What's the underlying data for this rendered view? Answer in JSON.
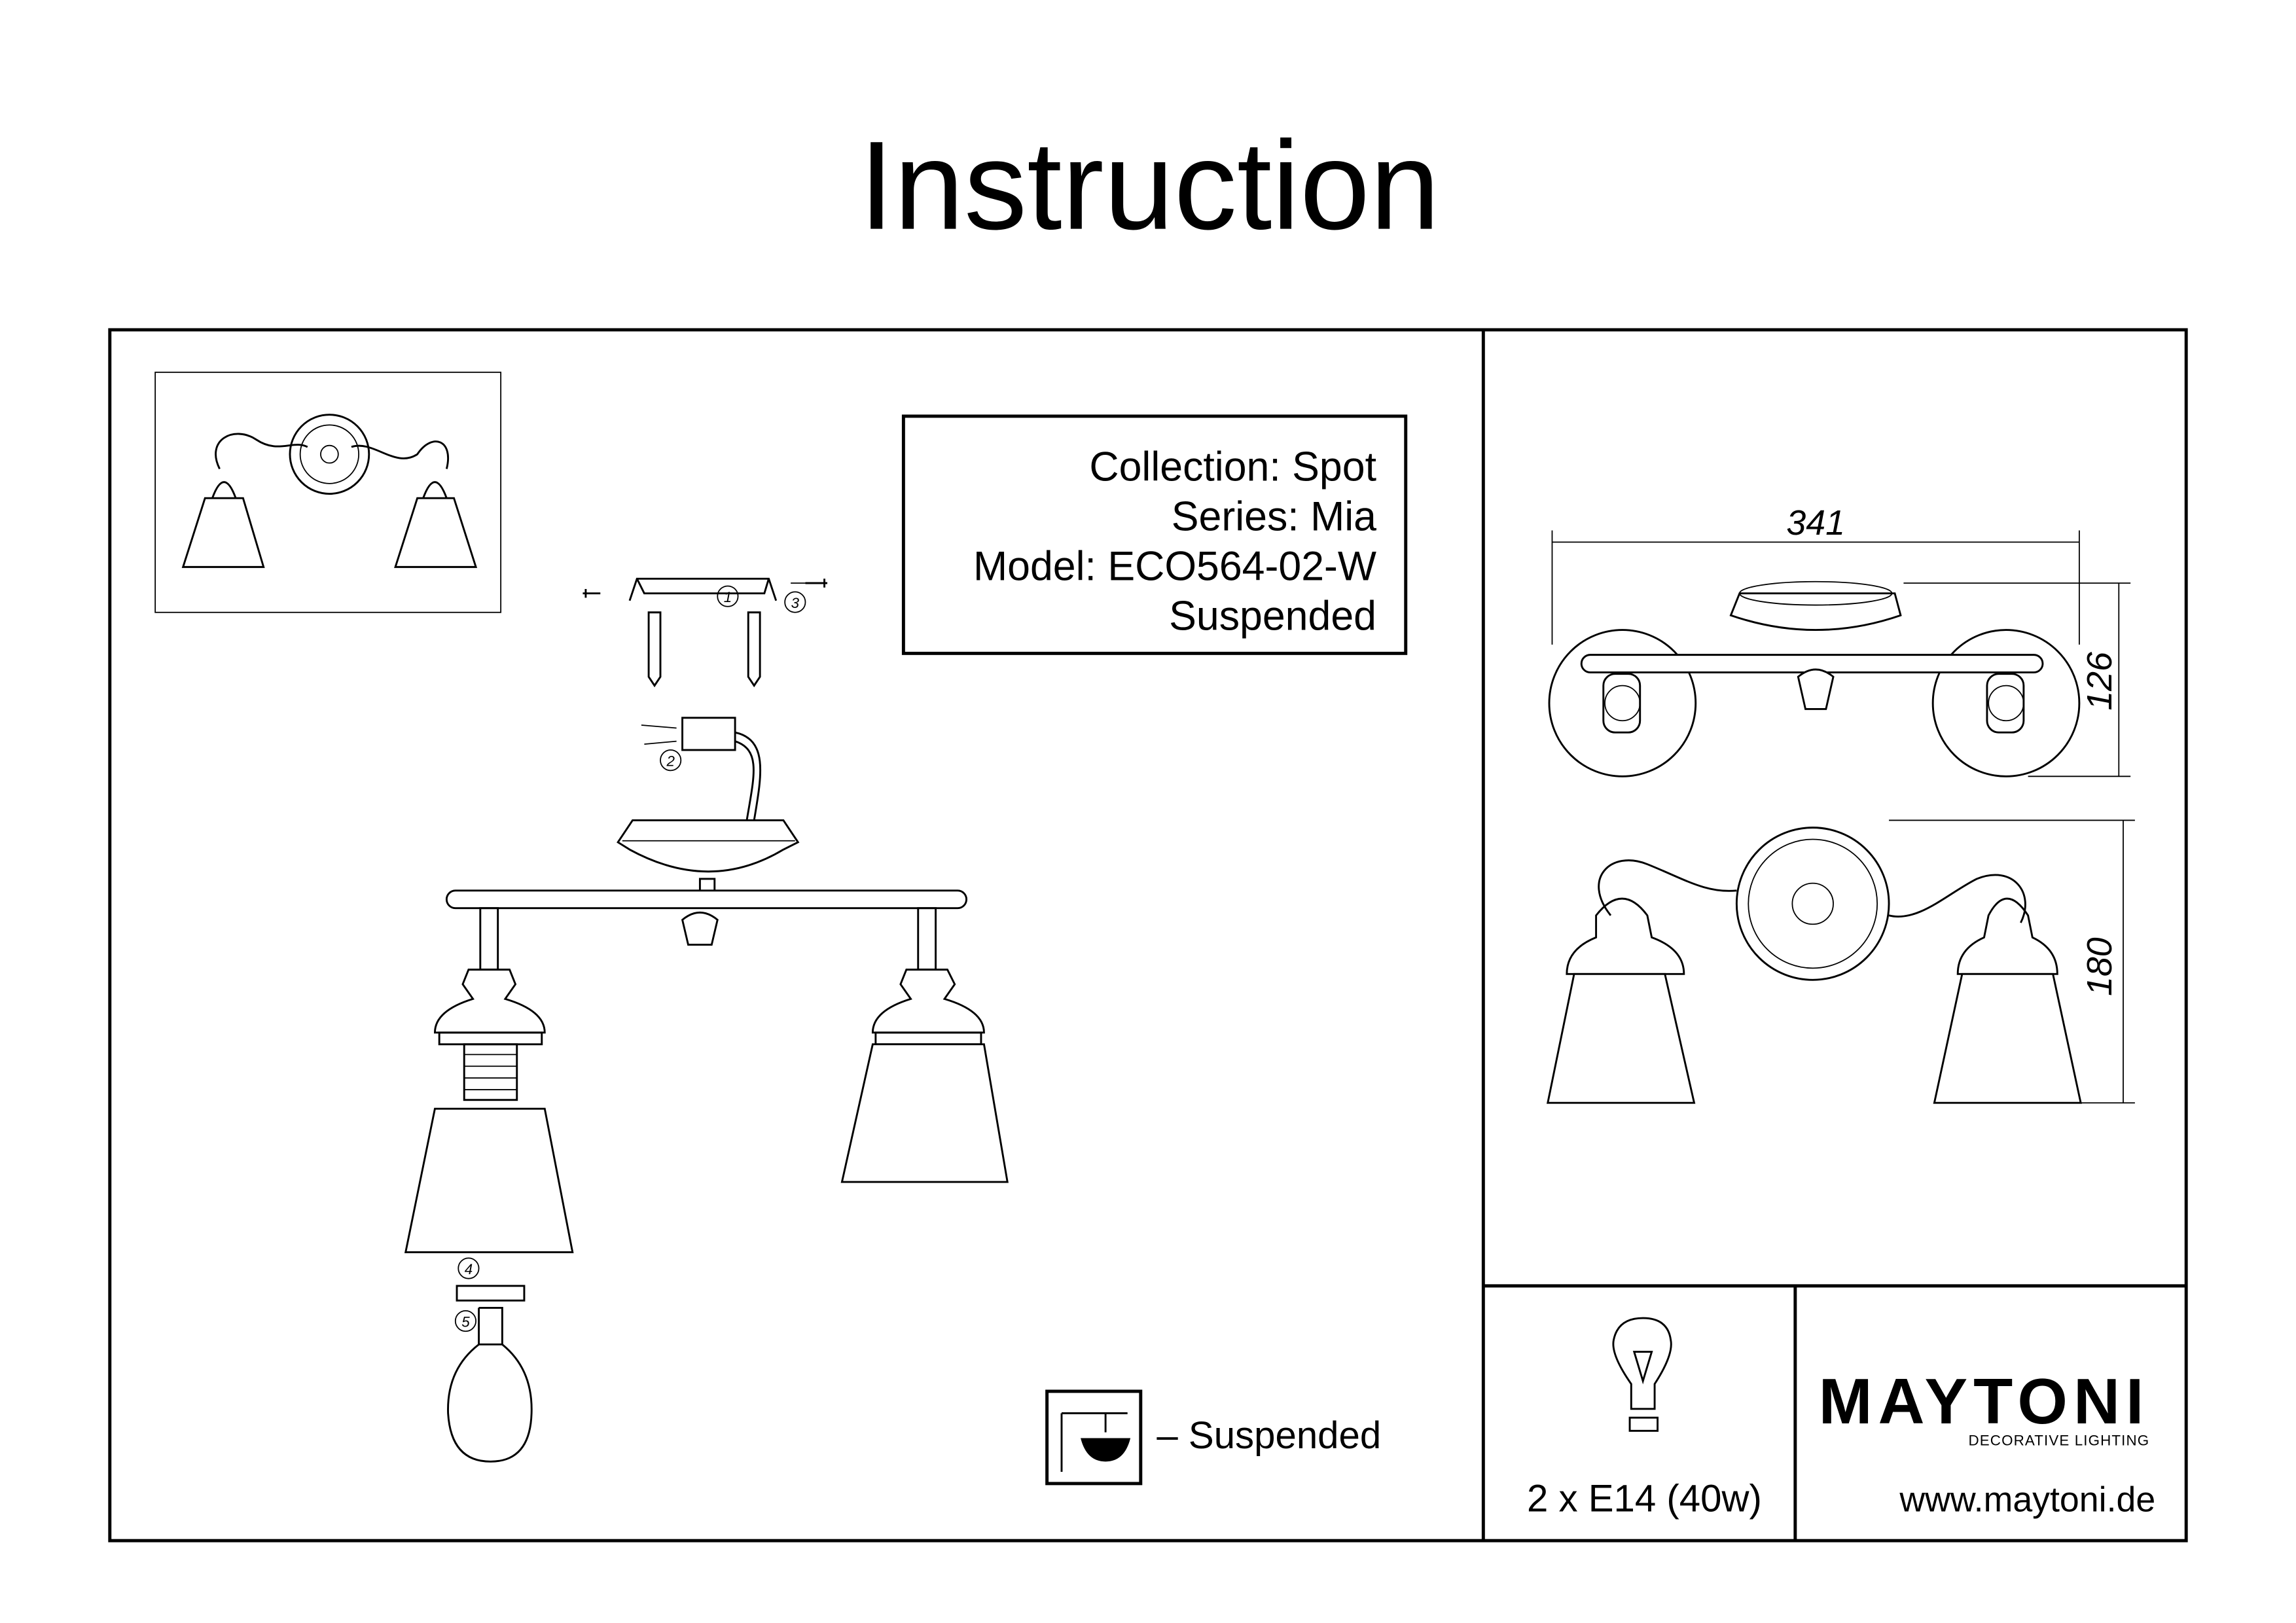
{
  "title": "Instruction",
  "product_info": {
    "collection": "Collection: Spot",
    "series": "Series: Mia",
    "model": "Model: ECO564-02-W",
    "type": "Suspended"
  },
  "assembly_callouts": [
    "1",
    "2",
    "3",
    "4",
    "5"
  ],
  "dimensions": {
    "width": "341",
    "depth": "126",
    "height": "180"
  },
  "legend": {
    "suspended_label": "– Suspended",
    "icon": "suspended-mount-icon"
  },
  "bulb": {
    "icon": "light-bulb-icon",
    "spec": "2 x E14 (40w)"
  },
  "brand": {
    "logo_text": "MAYTONI",
    "tagline": "DECORATIVE LIGHTING",
    "website": "www.maytoni.de"
  }
}
